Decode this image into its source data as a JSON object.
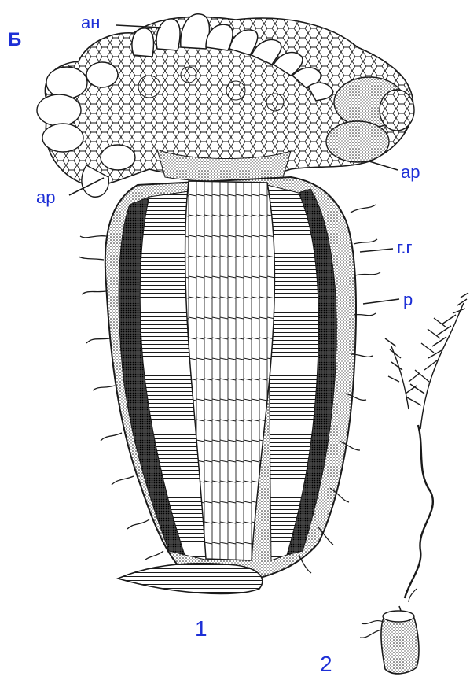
{
  "figure": {
    "panel_letter": "Б",
    "labels": {
      "an": "ан",
      "ar_left": "ар",
      "ar_right": "ар",
      "gg": "г.г",
      "r": "р"
    },
    "numbers": {
      "one": "1",
      "two": "2"
    },
    "colors": {
      "label": "#1d2fd6",
      "ink": "#1a1a1a",
      "paper": "#ffffff"
    }
  }
}
